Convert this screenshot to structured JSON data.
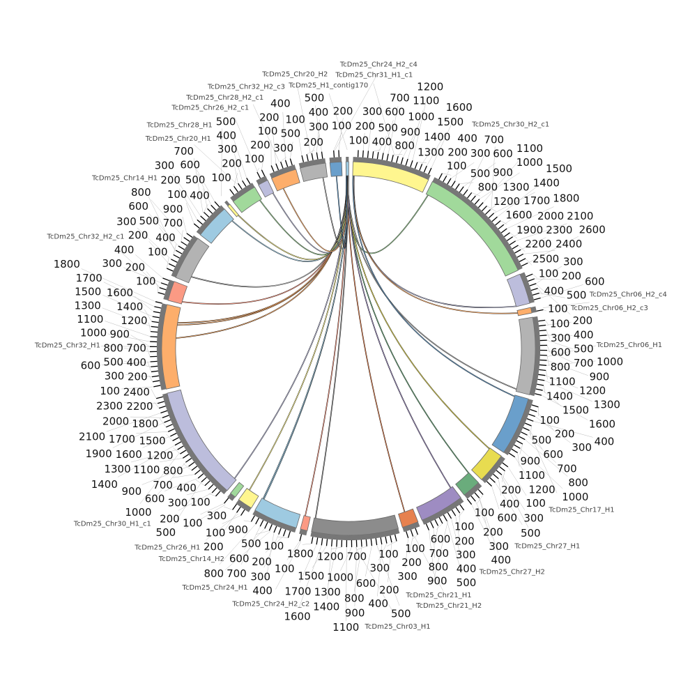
{
  "chart_data": {
    "type": "chord",
    "title": "",
    "tick_interval": 100,
    "band_color": "#777777",
    "start_angle_deg": -0.8,
    "gap_deg": 1.3,
    "segments": [
      {
        "name": "TcDm25_H1_contig170",
        "length": 60,
        "color": "#9ecae1"
      },
      {
        "name": "TcDm25_Chr31_H1_c1",
        "length": 1650,
        "color": "#fff68f"
      },
      {
        "name": "TcDm25_Chr30_H2_c1",
        "length": 2650,
        "color": "#a1d99b"
      },
      {
        "name": "TcDm25_Chr06_H2_c3",
        "length": 650,
        "color": "#bcbddc"
      },
      {
        "name": "TcDm25_Chr06_H2_c4",
        "length": 120,
        "color": "#fdae6b"
      },
      {
        "name": "TcDm25_Chr06_H1",
        "length": 1650,
        "color": "#b3b3b3"
      },
      {
        "name": "TcDm25_Chr17_H1",
        "length": 1250,
        "color": "#6a9fcb"
      },
      {
        "name": "TcDm25_Chr27_H1",
        "length": 650,
        "color": "#e8dc50"
      },
      {
        "name": "TcDm25_Chr27_H2",
        "length": 400,
        "color": "#6aac7c"
      },
      {
        "name": "TcDm25_Chr21_H1",
        "length": 950,
        "color": "#9e8cc2"
      },
      {
        "name": "TcDm25_Chr21_H2",
        "length": 350,
        "color": "#e6814f"
      },
      {
        "name": "TcDm25_Chr03_H1",
        "length": 1850,
        "color": "#8c8c8c"
      },
      {
        "name": "TcDm25_Chr24_H2_c2",
        "length": 150,
        "color": "#fb9a84"
      },
      {
        "name": "TcDm25_Chr24_H1",
        "length": 950,
        "color": "#9ecae1"
      },
      {
        "name": "TcDm25_Chr14_H2",
        "length": 320,
        "color": "#fff68f"
      },
      {
        "name": "TcDm25_Chr26_H1",
        "length": 130,
        "color": "#a1d99b"
      },
      {
        "name": "TcDm25_Chr30_H1_c1",
        "length": 2450,
        "color": "#bcbddc"
      },
      {
        "name": "TcDm25_Chr32_H1",
        "length": 1800,
        "color": "#fdae6b"
      },
      {
        "name": "TcDm25_Chr32_H2_c1",
        "length": 420,
        "color": "#fb9a84"
      },
      {
        "name": "TcDm25_Chr14_H1",
        "length": 950,
        "color": "#b3b3b3"
      },
      {
        "name": "TcDm25_Chr20_H1",
        "length": 750,
        "color": "#9ecae1"
      },
      {
        "name": "TcDm25_Chr26_H2_c1",
        "length": 60,
        "color": "#fff68f"
      },
      {
        "name": "TcDm25_Chr28_H1",
        "length": 550,
        "color": "#a1d99b"
      },
      {
        "name": "TcDm25_Chr28_H2_c1",
        "length": 220,
        "color": "#bcbddc"
      },
      {
        "name": "TcDm25_Chr32_H2_c3",
        "length": 550,
        "color": "#fdae6b"
      },
      {
        "name": "TcDm25_Chr20_H2",
        "length": 550,
        "color": "#b3b3b3"
      },
      {
        "name": "TcDm25_Chr24_H2_c4",
        "length": 250,
        "color": "#6a9fcb"
      }
    ],
    "links": [
      {
        "from": [
          0,
          40
        ],
        "to": [
          2,
          50
        ]
      },
      {
        "from": [
          1,
          30
        ],
        "to": [
          3,
          640
        ]
      },
      {
        "from": [
          1,
          20
        ],
        "to": [
          4,
          60
        ]
      },
      {
        "from": [
          0,
          30
        ],
        "to": [
          5,
          1600
        ]
      },
      {
        "from": [
          1,
          10
        ],
        "to": [
          6,
          30
        ]
      },
      {
        "from": [
          0,
          25
        ],
        "to": [
          7,
          20
        ]
      },
      {
        "from": [
          0,
          20
        ],
        "to": [
          8,
          10
        ]
      },
      {
        "from": [
          0,
          35
        ],
        "to": [
          9,
          50
        ]
      },
      {
        "from": [
          0,
          15
        ],
        "to": [
          10,
          200
        ]
      },
      {
        "from": [
          0,
          45
        ],
        "to": [
          11,
          1820
        ]
      },
      {
        "from": [
          0,
          10
        ],
        "to": [
          12,
          120
        ]
      },
      {
        "from": [
          0,
          50
        ],
        "to": [
          13,
          900
        ]
      },
      {
        "from": [
          0,
          52
        ],
        "to": [
          13,
          920
        ]
      },
      {
        "from": [
          0,
          8
        ],
        "to": [
          14,
          250
        ]
      },
      {
        "from": [
          0,
          12
        ],
        "to": [
          16,
          50
        ]
      },
      {
        "from": [
          0,
          18
        ],
        "to": [
          17,
          1100
        ]
      },
      {
        "from": [
          0,
          22
        ],
        "to": [
          17,
          1400
        ]
      },
      {
        "from": [
          0,
          24
        ],
        "to": [
          17,
          1450
        ]
      },
      {
        "from": [
          0,
          28
        ],
        "to": [
          18,
          50
        ]
      },
      {
        "from": [
          0,
          32
        ],
        "to": [
          19,
          150
        ]
      },
      {
        "from": [
          0,
          36
        ],
        "to": [
          20,
          700
        ]
      },
      {
        "from": [
          0,
          38
        ],
        "to": [
          21,
          50
        ]
      },
      {
        "from": [
          0,
          42
        ],
        "to": [
          22,
          500
        ]
      },
      {
        "from": [
          0,
          44
        ],
        "to": [
          23,
          200
        ]
      },
      {
        "from": [
          0,
          46
        ],
        "to": [
          24,
          150
        ]
      },
      {
        "from": [
          0,
          48
        ],
        "to": [
          25,
          450
        ]
      },
      {
        "from": [
          0,
          5
        ],
        "to": [
          26,
          120
        ]
      }
    ]
  }
}
